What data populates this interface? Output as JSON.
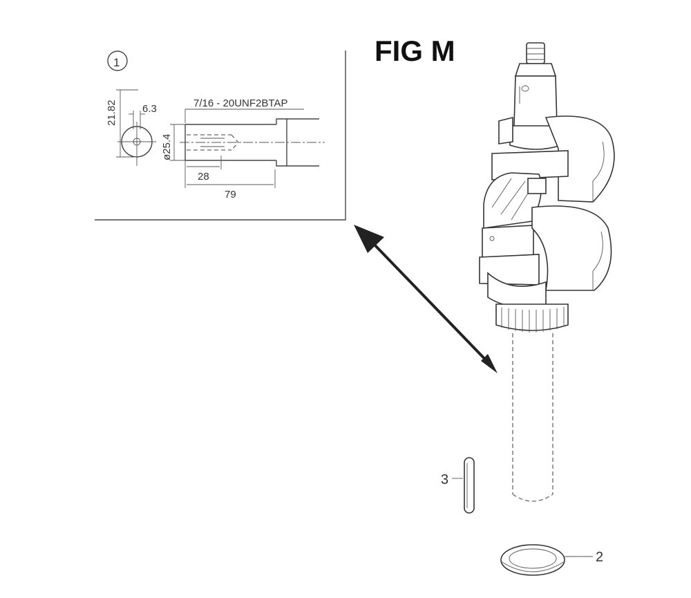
{
  "figure": {
    "title": "FIG M"
  },
  "detail": {
    "callout_number": "1",
    "thread_spec": "7/16 - 20UNF2BTAP",
    "dim_21_82": "21.82",
    "dim_6_3": "6.3",
    "dim_25_4": "ø25.4",
    "dim_28": "28",
    "dim_79": "79"
  },
  "parts": [
    {
      "number": "2",
      "label": "seal-ring"
    },
    {
      "number": "3",
      "label": "pin"
    }
  ],
  "colors": {
    "line": "#444444",
    "text": "#111111"
  }
}
